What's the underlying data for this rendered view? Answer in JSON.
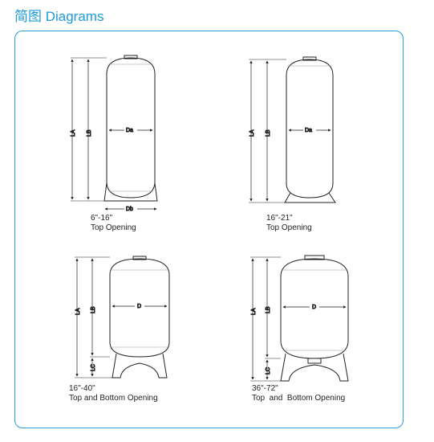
{
  "header": {
    "title": "简图 Diagrams"
  },
  "diagrams": [
    {
      "size": "6\"-16\"",
      "opening": "Top Opening",
      "labels": [
        "LA",
        "LB",
        "Da",
        "Db"
      ]
    },
    {
      "size": "16\"-21\"",
      "opening": "Top Opening",
      "labels": [
        "LA",
        "LB",
        "Da"
      ]
    },
    {
      "size": "16\"-40\"",
      "opening": "Top and Bottom Opening",
      "labels": [
        "LA",
        "LB",
        "LC",
        "D"
      ]
    },
    {
      "size": "36\"-72\"",
      "opening": "Top  and  Bottom Opening",
      "labels": [
        "LA",
        "LB",
        "LC",
        "D"
      ]
    }
  ]
}
